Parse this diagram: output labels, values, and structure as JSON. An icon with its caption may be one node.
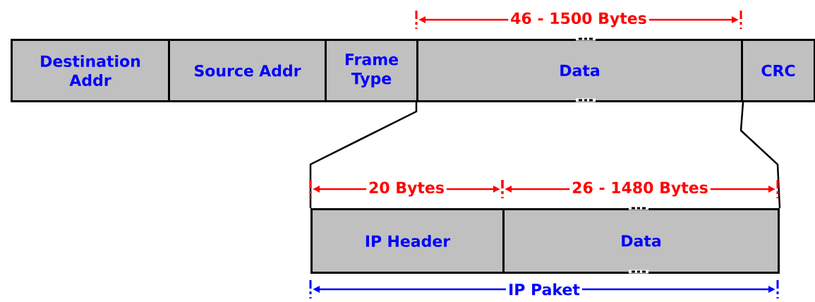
{
  "diagram": {
    "nodes": [
      {
        "text": [
          "Destination Addr"
        ]
      },
      {
        "text": [
          "Source Addr"
        ]
      },
      {
        "text": [
          "Frame Type"
        ]
      },
      {
        "text": [
          "Data"
        ]
      },
      {
        "text": [
          "CRC"
        ]
      },
      {
        "text": [
          "IP Header"
        ]
      },
      {
        "text": [
          "Data"
        ]
      }
    ],
    "edges": [
      {
        "from": 3,
        "to": 5,
        "arrow": "none"
      },
      {
        "from": 3,
        "to": 6,
        "arrow": "none"
      }
    ],
    "labels": [
      "46 - 1500 Bytes",
      "20 Bytes",
      "26 - 1480 Bytes",
      "IP Paket"
    ]
  }
}
